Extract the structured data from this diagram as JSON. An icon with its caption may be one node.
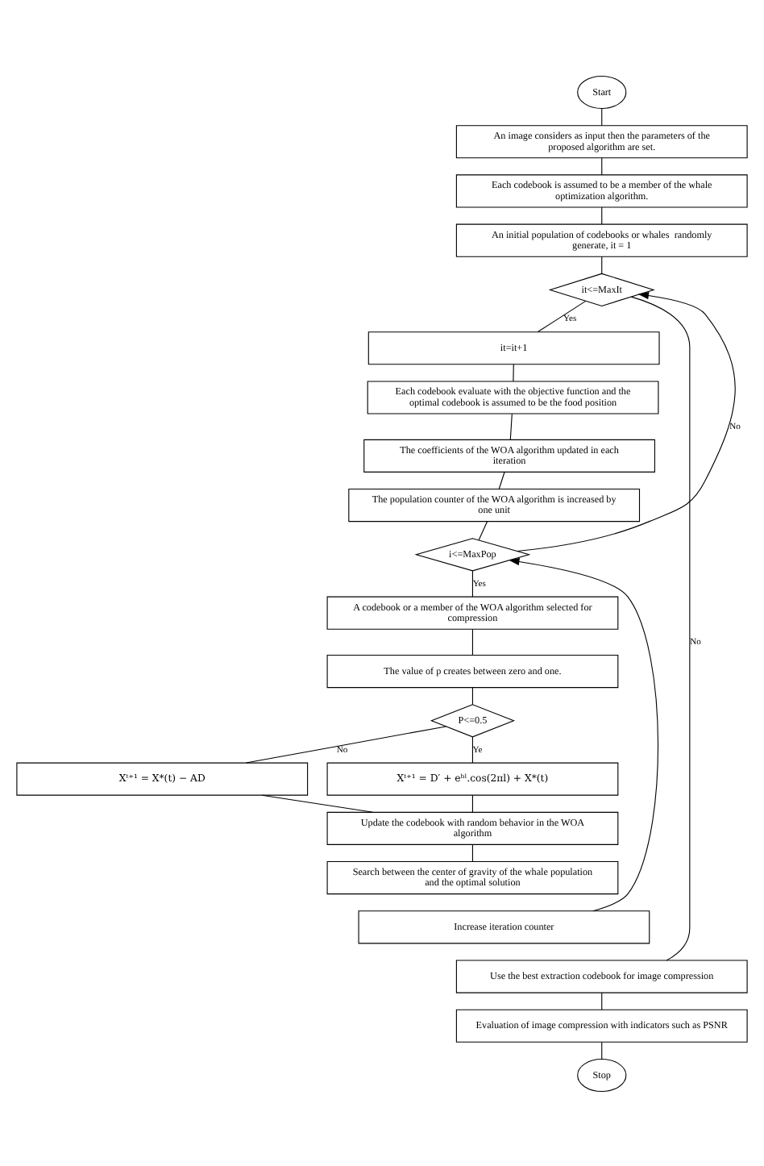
{
  "diagram": {
    "nodes": [
      {
        "text": [
          "Start"
        ]
      },
      {
        "text": [
          "An image considers as input then the parameters of the proposed algorithm are set."
        ]
      },
      {
        "text": [
          "Each codebook is assumed to be a member of the whale optimization algorithm."
        ]
      },
      {
        "text": [
          "An initial population of codebooks or whales  randomly generate, it = 1"
        ]
      },
      {
        "text": [
          "it<=MaxIt"
        ]
      },
      {
        "text": [
          "it=it+1"
        ]
      },
      {
        "text": [
          "Each codebook evaluate with the objective function and the optimal codebook is assumed to be the food position"
        ]
      },
      {
        "text": [
          "The coefficients of the WOA algorithm updated in each iteration"
        ]
      },
      {
        "text": [
          "The population counter of the WOA algorithm is increased by one unit"
        ]
      },
      {
        "text": [
          "i<=MaxPop"
        ]
      },
      {
        "text": [
          "A codebook or a member of the WOA algorithm selected for compression"
        ]
      },
      {
        "text": [
          "The value of p creates between zero and one."
        ]
      },
      {
        "text": [
          "P<=0.5"
        ]
      },
      {
        "text": [
          "Xᵗ⁺¹ = X*(t) − AD"
        ]
      },
      {
        "text": [
          "Xᵗ⁺¹ = D′ + eᵇˡ.cos(2πl) + X*(t)"
        ]
      },
      {
        "text": [
          "Update the codebook with random behavior in the WOA algorithm"
        ]
      },
      {
        "text": [
          "Search between the center of gravity of the whale population and the optimal solution"
        ]
      },
      {
        "text": [
          "Increase iteration counter"
        ]
      },
      {
        "text": [
          "Use the best extraction codebook for image compression"
        ]
      },
      {
        "text": [
          "Evaluation of image compression with indicators such as PSNR"
        ]
      },
      {
        "text": [
          "Stop"
        ]
      }
    ],
    "edges": [
      {
        "from": 0,
        "to": 1,
        "arrow": "none"
      },
      {
        "from": 1,
        "to": 2,
        "arrow": "none"
      },
      {
        "from": 2,
        "to": 3,
        "arrow": "none"
      },
      {
        "from": 3,
        "to": 4,
        "arrow": "none"
      },
      {
        "from": 4,
        "to": 5,
        "arrow": "none",
        "label": "Yes"
      },
      {
        "from": 4,
        "to": 18,
        "arrow": "none",
        "label": "No"
      },
      {
        "from": 5,
        "to": 6,
        "arrow": "none"
      },
      {
        "from": 6,
        "to": 7,
        "arrow": "none"
      },
      {
        "from": 7,
        "to": 8,
        "arrow": "none"
      },
      {
        "from": 8,
        "to": 9,
        "arrow": "none"
      },
      {
        "from": 9,
        "to": 10,
        "arrow": "none",
        "label": "Yes"
      },
      {
        "from": 9,
        "to": 4,
        "arrow": "to",
        "label": "No"
      },
      {
        "from": 10,
        "to": 11,
        "arrow": "none"
      },
      {
        "from": 11,
        "to": 12,
        "arrow": "none"
      },
      {
        "from": 12,
        "to": 13,
        "arrow": "none",
        "label": "No"
      },
      {
        "from": 12,
        "to": 14,
        "arrow": "none",
        "label": "Ye"
      },
      {
        "from": 13,
        "to": 15,
        "arrow": "none"
      },
      {
        "from": 14,
        "to": 15,
        "arrow": "none"
      },
      {
        "from": 15,
        "to": 16,
        "arrow": "none"
      },
      {
        "from": 17,
        "to": 9,
        "arrow": "to"
      },
      {
        "from": 18,
        "to": 19,
        "arrow": "none"
      },
      {
        "from": 19,
        "to": 20,
        "arrow": "none"
      }
    ]
  }
}
